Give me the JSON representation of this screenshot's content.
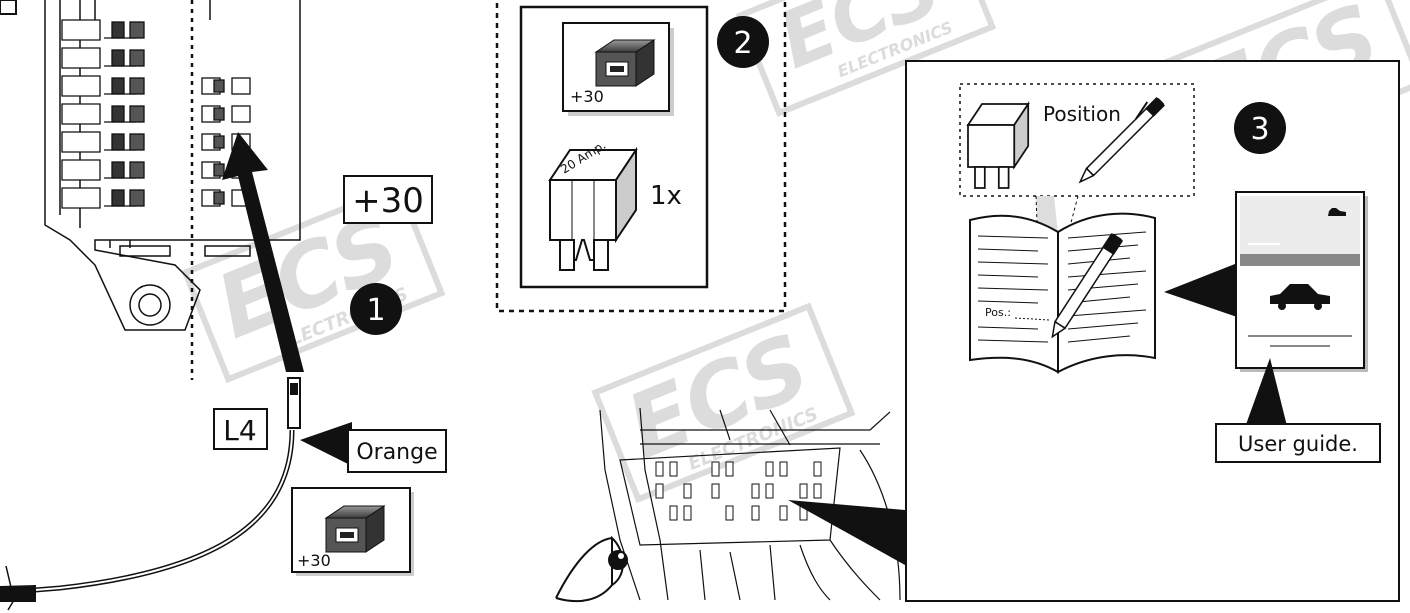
{
  "brand": {
    "watermark_logo": "ECS",
    "watermark_text": "ELECTRONICS"
  },
  "step1": {
    "number": "1",
    "terminal": "+30",
    "connector": "L4",
    "wire_color": "Orange",
    "module_label": "+30"
  },
  "step2": {
    "number": "2",
    "module_label": "+30",
    "fuse_rating": "20 Amp.",
    "quantity": "1x"
  },
  "step3": {
    "number": "3",
    "callout_label": "Position",
    "note_label": "Pos.:",
    "guide_label": "User guide."
  },
  "colors": {
    "ink": "#111111",
    "watermark": "#d9d9d9",
    "module_body": "#666666"
  }
}
